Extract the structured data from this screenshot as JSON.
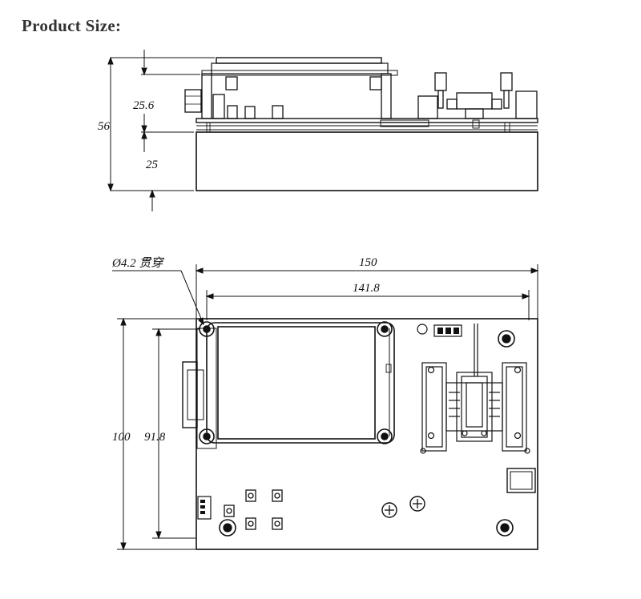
{
  "heading": "Product Size:",
  "side_view": {
    "height_total": "56",
    "height_upper": "25.6",
    "height_lower": "25"
  },
  "top_view": {
    "hole_label": "Ø4.2 贯穿",
    "width_total": "150",
    "width_holes": "141.8",
    "height_total": "100",
    "height_holes": "91.8"
  },
  "colors": {
    "line": "#111111",
    "heading": "#333333"
  }
}
